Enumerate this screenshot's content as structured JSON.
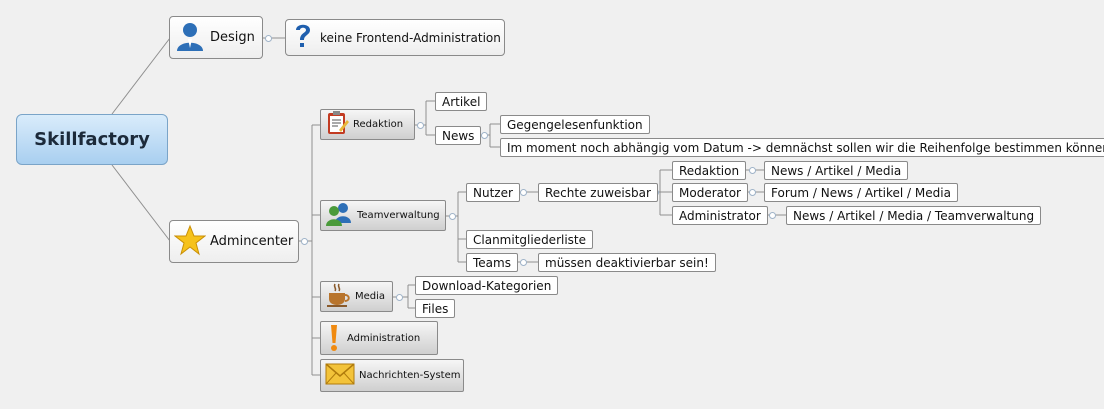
{
  "root": {
    "label": "Skillfactory"
  },
  "design": {
    "label": "Design",
    "icon": "user-icon",
    "child": {
      "label": "keine Frontend-Administration",
      "icon": "question-icon"
    }
  },
  "admincenter": {
    "label": "Admincenter",
    "icon": "star-icon",
    "redaktion": {
      "label": "Redaktion",
      "icon": "clipboard-icon",
      "artikel": "Artikel",
      "news": "News",
      "news_children": [
        "Gegengelesenfunktion",
        "Im moment noch abhängig vom Datum -> demnächst sollen wir die Reihenfolge bestimmen können"
      ]
    },
    "teamverwaltung": {
      "label": "Teamverwaltung",
      "icon": "users-icon",
      "nutzer": "Nutzer",
      "rechte": "Rechte zuweisbar",
      "roles": [
        {
          "label": "Redaktion",
          "perm": "News / Artikel / Media"
        },
        {
          "label": "Moderator",
          "perm": "Forum / News / Artikel / Media"
        },
        {
          "label": "Administrator",
          "perm": "News / Artikel / Media / Teamverwaltung"
        }
      ],
      "clanmitglieder": "Clanmitgliederliste",
      "teams": "Teams",
      "teams_child": "müssen deaktivierbar sein!"
    },
    "media": {
      "label": "Media",
      "icon": "coffee-icon",
      "children": [
        "Download-Kategorien",
        "Files"
      ]
    },
    "administration": {
      "label": "Administration",
      "icon": "exclamation-icon"
    },
    "nachrichten": {
      "label": "Nachrichten-System",
      "icon": "envelope-icon"
    }
  }
}
